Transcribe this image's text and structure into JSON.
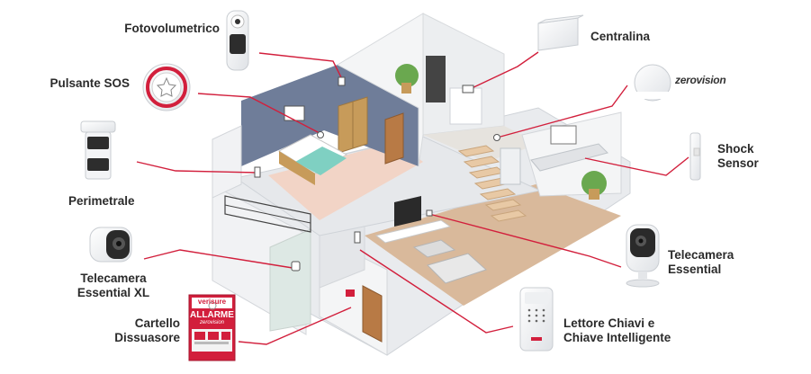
{
  "labels": {
    "fotovolumetrico": "Fotovolumetrico",
    "pulsante_sos": "Pulsante SOS",
    "perimetrale": "Perimetrale",
    "telecamera_xl_line1": "Telecamera",
    "telecamera_xl_line2": "Essential XL",
    "cartello_line1": "Cartello",
    "cartello_line2": "Dissuasore",
    "centralina": "Centralina",
    "zerovision": "zerovision",
    "shock_line1": "Shock",
    "shock_line2": "Sensor",
    "telecamera_ess_line1": "Telecamera",
    "telecamera_ess_line2": "Essential",
    "lettore_line1": "Lettore Chiavi e",
    "lettore_line2": "Chiave Intelligente"
  },
  "sign": {
    "brand": "verisure",
    "title": "ALLARME",
    "subtitle": "zerovision"
  },
  "colors": {
    "connector": "#d21f3c",
    "brand_red": "#d21f3c",
    "text": "#2b2b2b",
    "wall_blue": "#6f7d99",
    "floor_tan": "#d9b99b",
    "floor_pink": "#f2d4c6",
    "wall_white": "#eef0f2"
  }
}
